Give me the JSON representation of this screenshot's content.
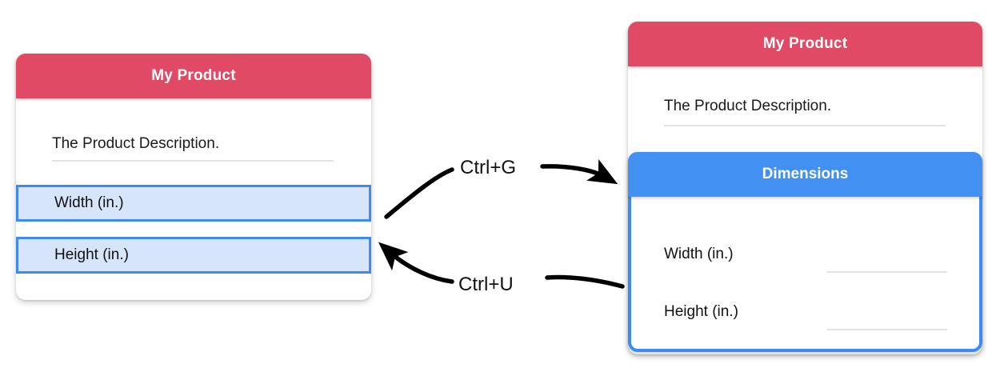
{
  "colors": {
    "header_red": "#e04a64",
    "header_blue": "#4290f2",
    "selected_fill": "#d7e5fb",
    "selected_border": "#3d8bf2",
    "underline": "#e3e3e3",
    "background": "#ffffff",
    "text": "#111111"
  },
  "left_card": {
    "header_title": "My Product",
    "description": "The Product Description.",
    "rows": [
      {
        "label": "Width (in.)",
        "state": "selected"
      },
      {
        "label": "Height (in.)",
        "state": "selected"
      }
    ]
  },
  "right_card": {
    "header_title": "My Product",
    "description": "The Product Description.",
    "group": {
      "header_title": "Dimensions",
      "fields": [
        {
          "label": "Width (in.)",
          "value": ""
        },
        {
          "label": "Height (in.)",
          "value": ""
        }
      ]
    }
  },
  "arrows": [
    {
      "name": "group-arrow",
      "label": "Ctrl+G",
      "direction": "left-to-right"
    },
    {
      "name": "ungroup-arrow",
      "label": "Ctrl+U",
      "direction": "right-to-left"
    }
  ]
}
